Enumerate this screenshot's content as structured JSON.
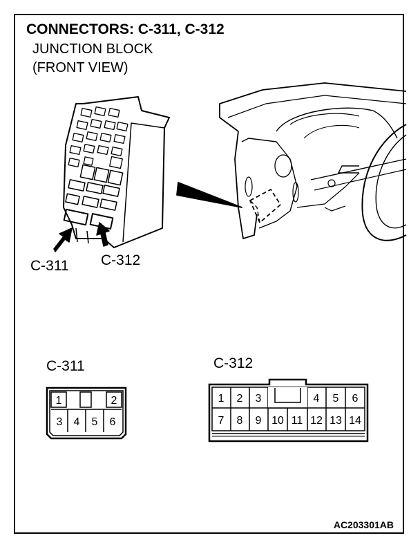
{
  "title": "CONNECTORS: C-311, C-312",
  "subtitle_line1": "JUNCTION BLOCK",
  "subtitle_line2": "(FRONT VIEW)",
  "callouts": {
    "c311": "C-311",
    "c312": "C-312"
  },
  "connectors": {
    "c311": {
      "label": "C-311",
      "pins_top": [
        "1",
        "",
        "2"
      ],
      "pins_bottom": [
        "3",
        "4",
        "5",
        "6"
      ]
    },
    "c312": {
      "label": "C-312",
      "pins_top_left": [
        "1",
        "2",
        "3"
      ],
      "pins_top_right": [
        "4",
        "5",
        "6"
      ],
      "pins_bottom": [
        "7",
        "8",
        "9",
        "10",
        "11",
        "12",
        "13",
        "14"
      ]
    }
  },
  "figure_code": "AC203301AB"
}
